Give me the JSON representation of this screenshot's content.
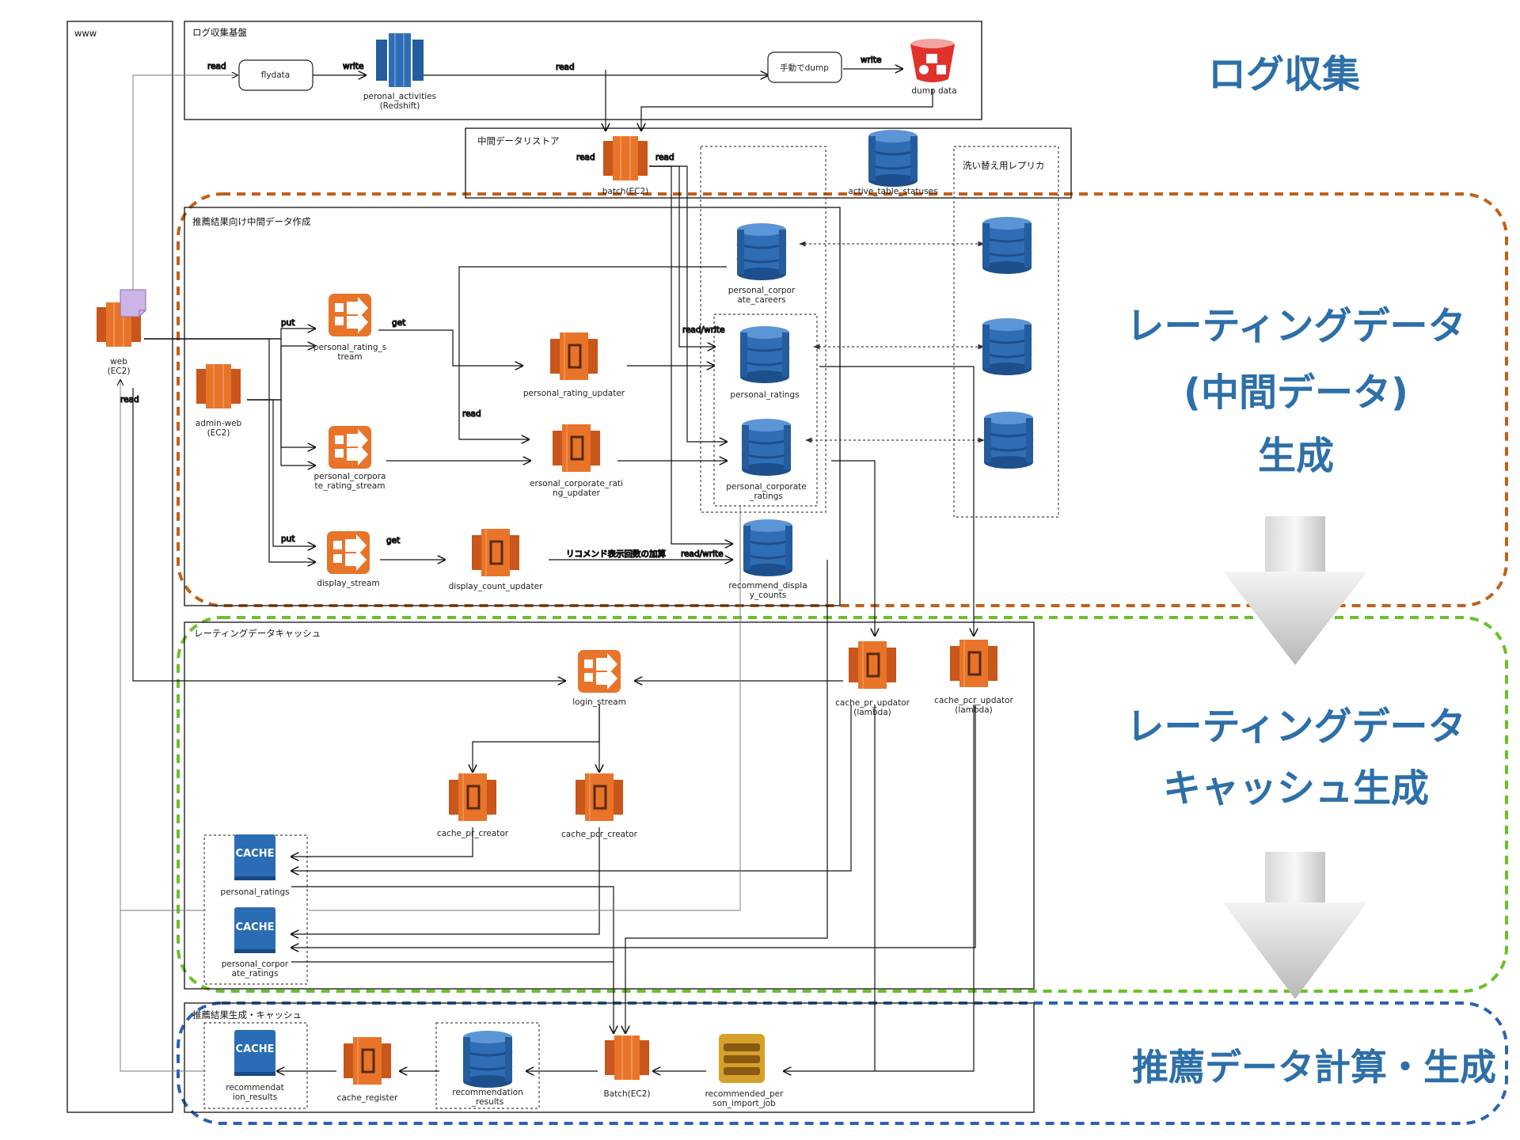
{
  "groups": {
    "www": "www",
    "log_collection": "ログ収集基盤",
    "intermediate_store": "中間データリストア",
    "replica": "洗い替え用レプリカ",
    "rating_data": "推薦結果向け中間データ作成",
    "rating_cache": "レーティングデータキャッシュ",
    "recommend_gen": "推薦結果生成・キャッシュ"
  },
  "nodes": {
    "flydata": "flydata",
    "redshift_line1": "peronal_activities",
    "redshift_line2": "(Redshift)",
    "manual_dump": "手動でdump",
    "dump_data": "dump data",
    "batch_top": "batch(EC2)",
    "active_table": "active_table_statuses",
    "web_line1": "web",
    "web_line2": "(EC2)",
    "admin_line1": "admin-web",
    "admin_line2": "(EC2)",
    "prs_line1": "personal_rating_s",
    "prs_line2": "tream",
    "pcrs_line1": "personal_corpora",
    "pcrs_line2": "te_rating_stream",
    "display_stream": "display_stream",
    "pru": "personal_rating_updater",
    "pcru_line1": "ersonal_corporate_rati",
    "pcru_line2": "ng_updater",
    "dcu": "display_count_updater",
    "pcc_line1": "personal_corpor",
    "pcc_line2": "ate_careers",
    "pr": "personal_ratings",
    "pcr_line1": "personal_corporate",
    "pcr_line2": "_ratings",
    "rdc_line1": "recommend_displa",
    "rdc_line2": "y_counts",
    "login_stream": "login_stream",
    "cpu_line1": "cache_pr_updator",
    "cpu_line2": "(lambda)",
    "cpcru_line1": "cache_pcr_updator",
    "cpcru_line2": "(lambda)",
    "cache_pr_creator": "cache_pr_creator",
    "cache_pcr_creator": "cache_pcr_creator",
    "cache_icon": "CACHE",
    "cache_pr": "personal_ratings",
    "cache_pcr_line1": "personal_corpor",
    "cache_pcr_line2": "ate_ratings",
    "cache_rr_line1": "recommendat",
    "cache_rr_line2": "ion_results",
    "cache_register": "cache_register",
    "rr_line1": "recommendation",
    "rr_line2": "_results",
    "batch_bottom": "Batch(EC2)",
    "rpij_line1": "recommended_per",
    "rpij_line2": "son_import_job"
  },
  "edge_labels": {
    "read": "read",
    "write": "write",
    "put": "put",
    "get": "get",
    "read_write": "read/write",
    "display_add": "リコメンド表示回数の加算"
  },
  "stages": {
    "log": "ログ収集",
    "rating_1": "レーティングデータ",
    "rating_2": "(中間データ)",
    "rating_3": "生成",
    "cache_1": "レーティングデータ",
    "cache_2": "キャッシュ生成",
    "recommend": "推薦データ計算・生成"
  },
  "colors": {
    "aws_orange": "#e8742a",
    "dynamo_blue": "#2f6eb5",
    "cache_blue": "#2a6db5",
    "s3_red": "#e0312b",
    "sqs_gold": "#d6a12a",
    "stage_text": "#2d6fa8",
    "stage_rating_border": "#c0601a",
    "stage_cache_border": "#6cbf2a",
    "stage_recommend_border": "#2a62b5"
  }
}
